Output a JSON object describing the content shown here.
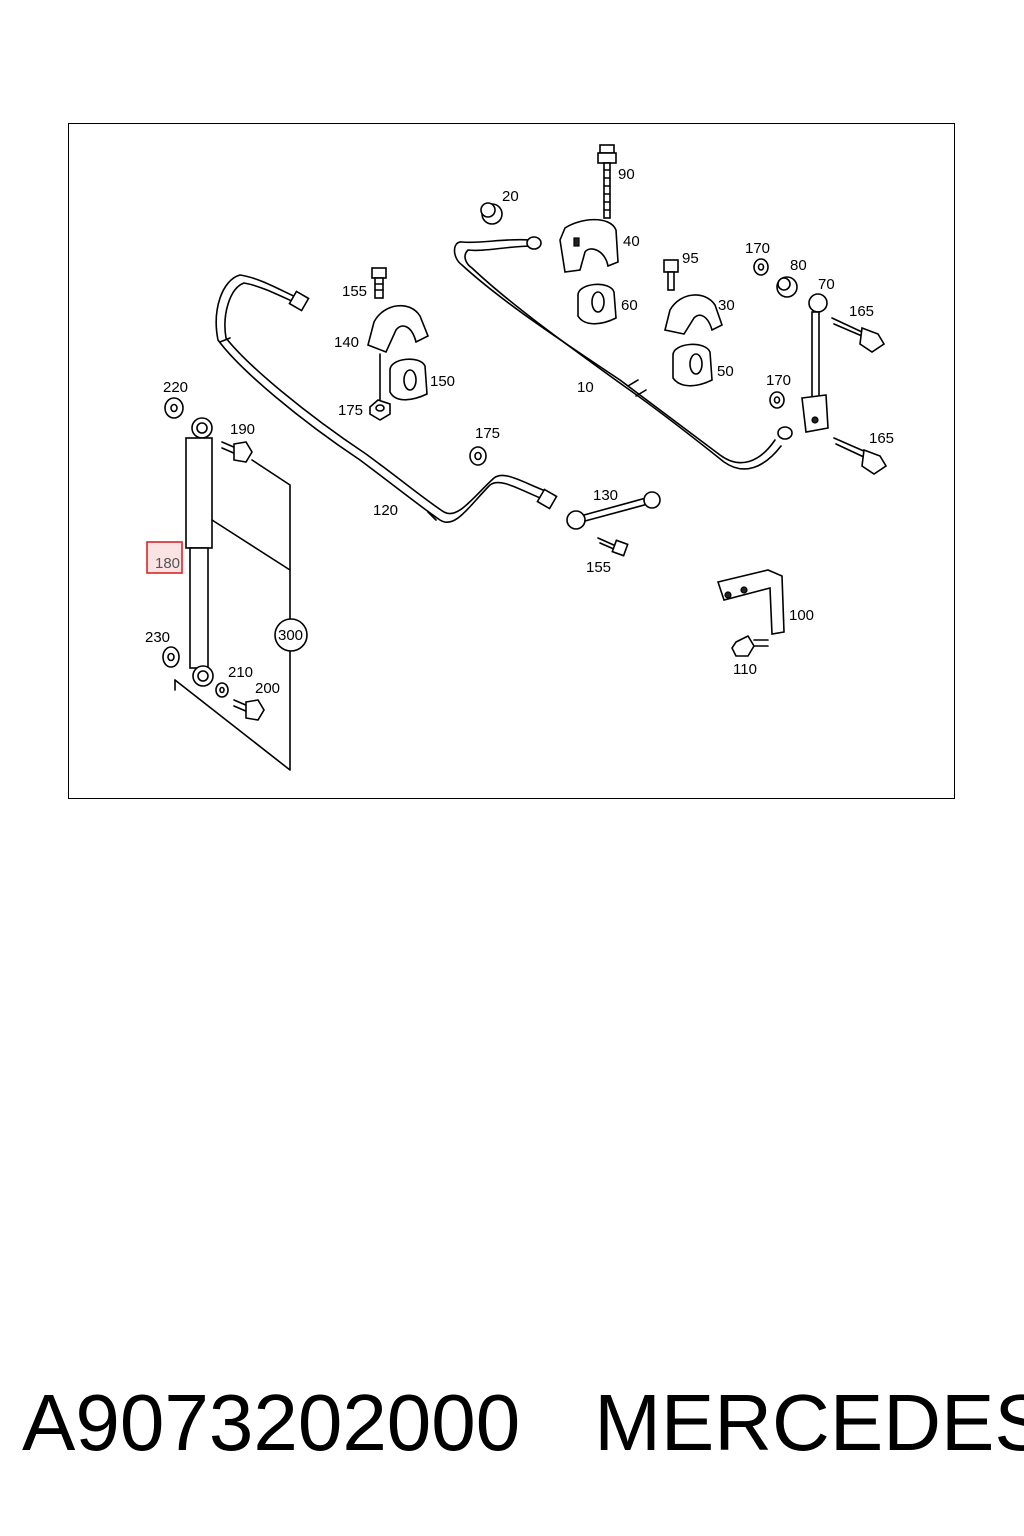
{
  "diagram": {
    "callouts": [
      "90",
      "20",
      "40",
      "95",
      "170",
      "80",
      "70",
      "155",
      "60",
      "30",
      "165",
      "140",
      "150",
      "10",
      "50",
      "220",
      "175",
      "170",
      "190",
      "175",
      "165",
      "130",
      "120",
      "180",
      "155",
      "300",
      "100",
      "230",
      "210",
      "200",
      "110"
    ],
    "highlighted_callout": "180",
    "highlight_color": "#d9262b",
    "highlight_fill": "#fbe3e4"
  },
  "footer": {
    "part_number": "A9073202000",
    "brand": "MERCEDES"
  }
}
